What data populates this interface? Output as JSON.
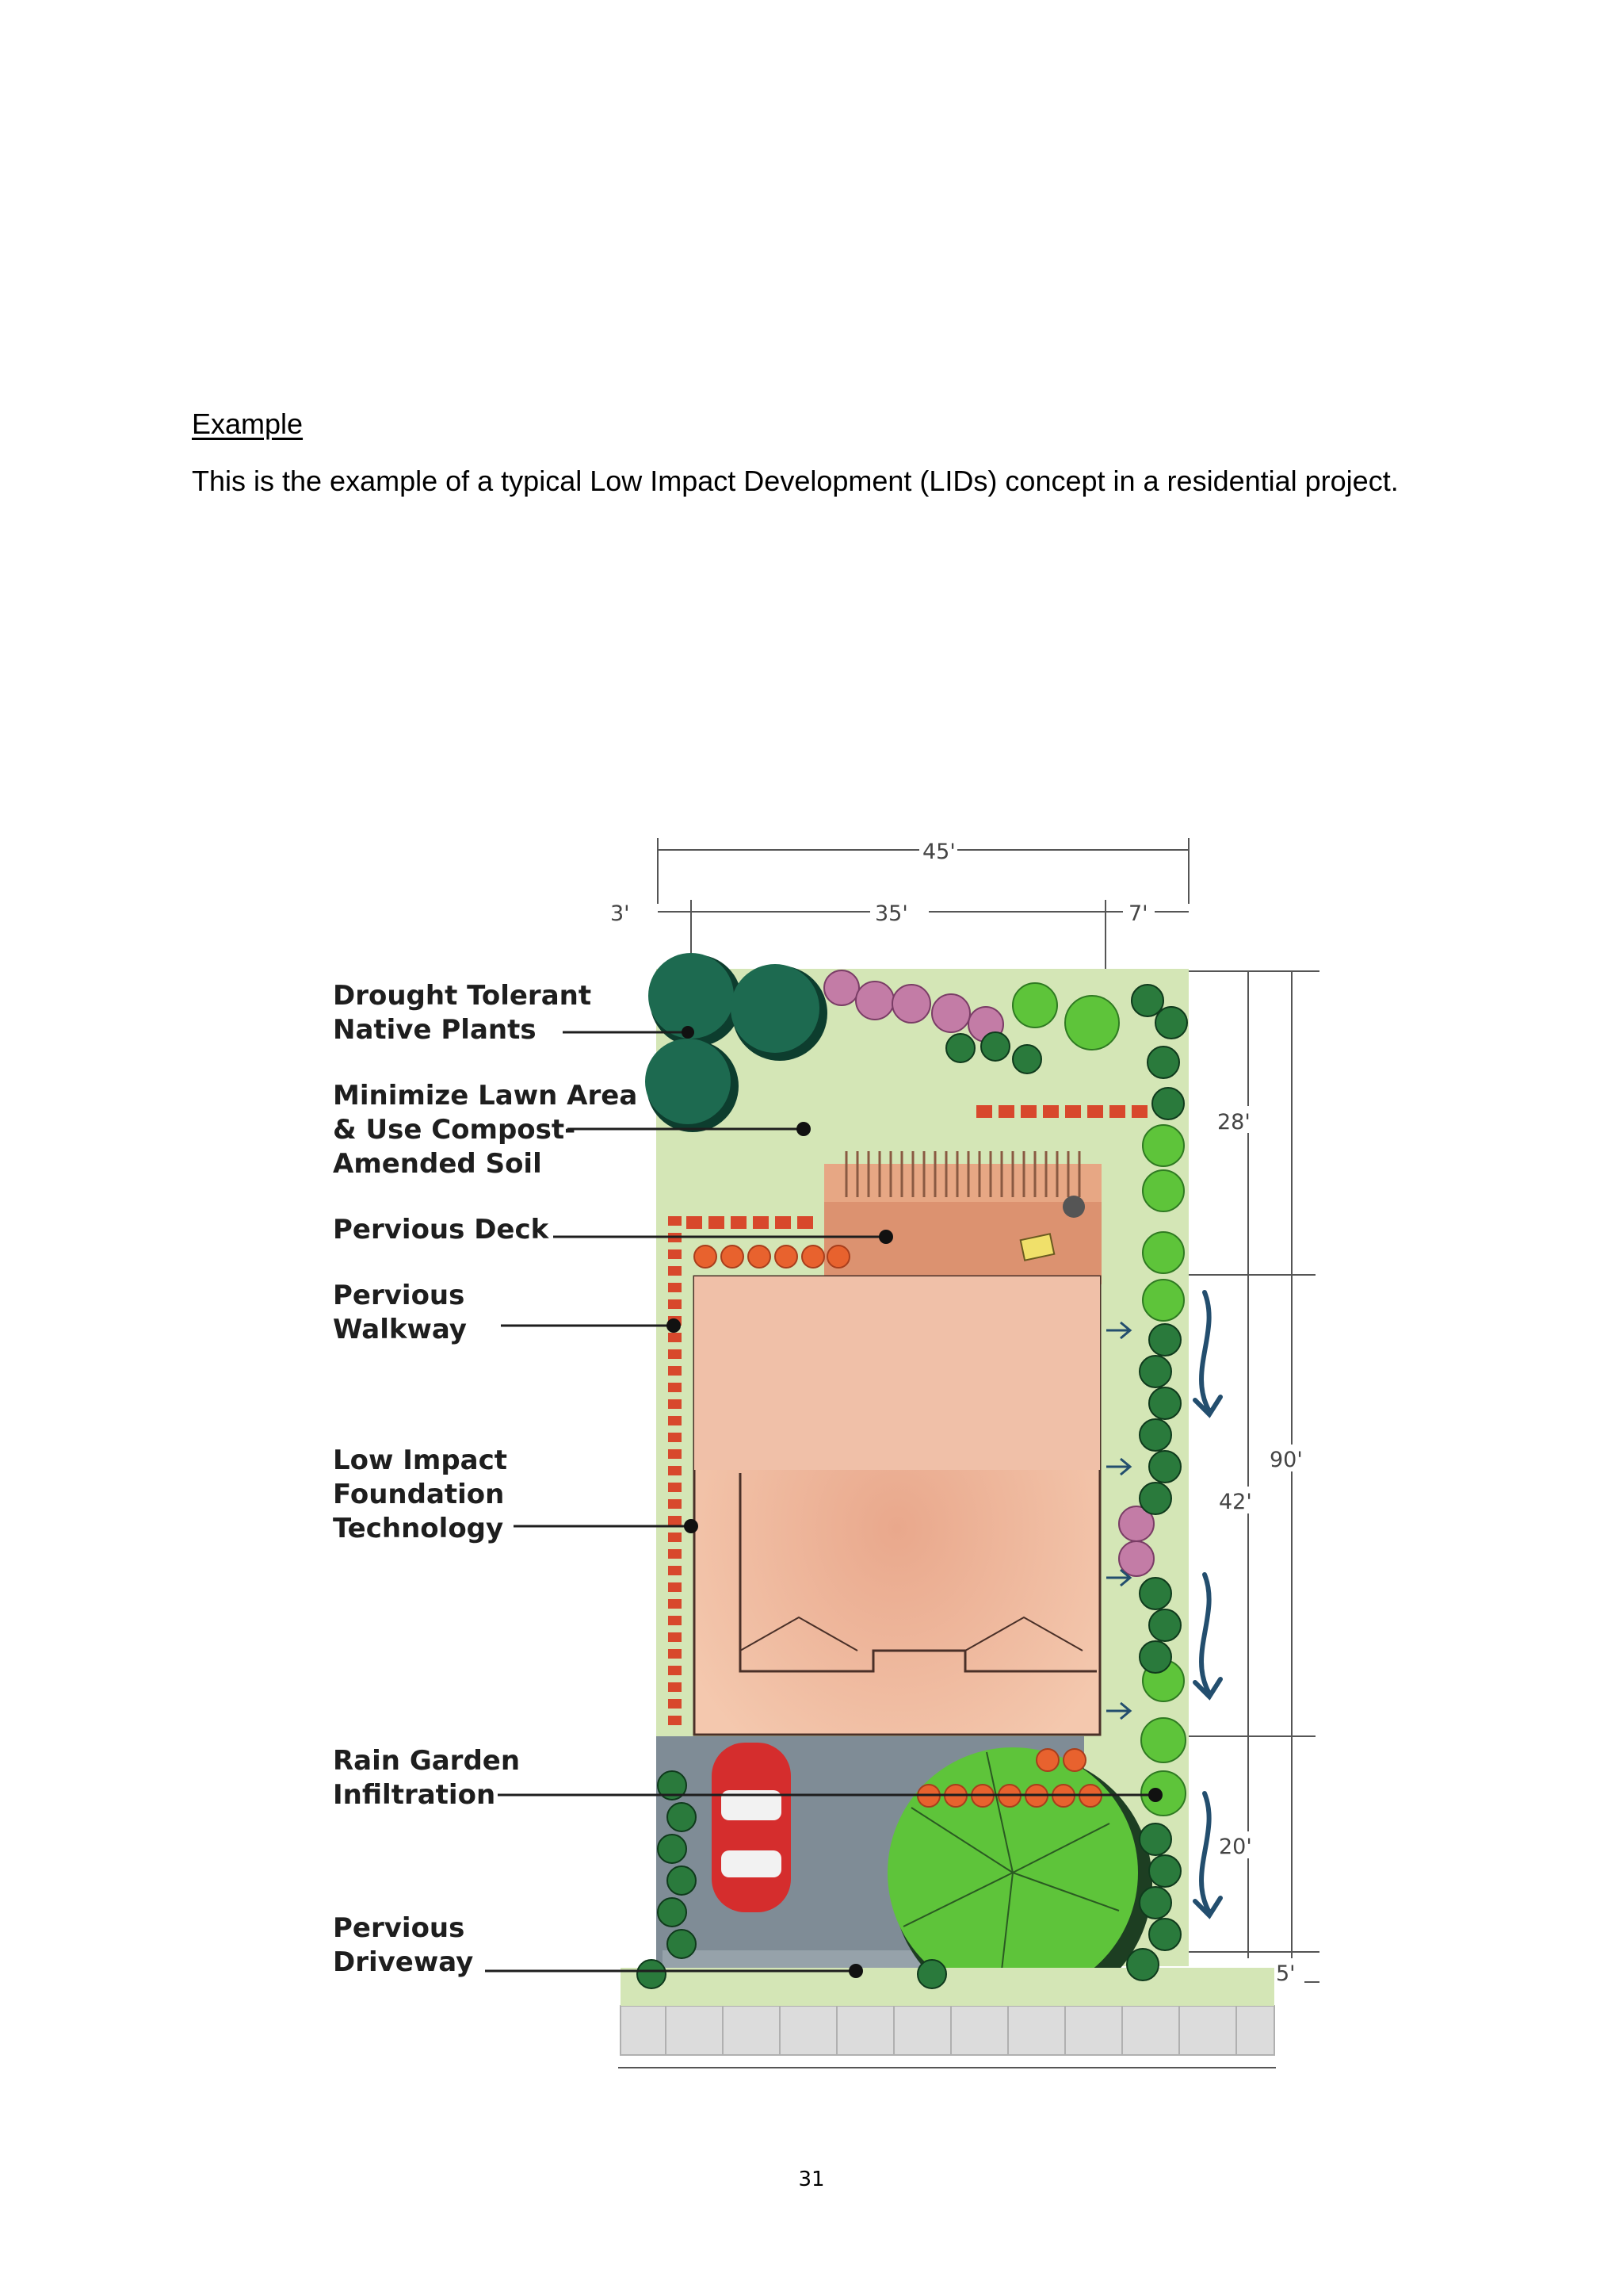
{
  "document": {
    "heading": "Example",
    "intro": "This is the example of a typical Low Impact Development (LIDs) concept in a residential project.",
    "page_number": "31"
  },
  "site_plan": {
    "dimensions": {
      "overall_width": "45'",
      "side_left": "3'",
      "middle": "35'",
      "side_right": "7'",
      "depth_back": "28'",
      "depth_total": "90'",
      "depth_house": "42'",
      "depth_front": "20'",
      "depth_sidewalk": "5'"
    },
    "callouts": {
      "plants_l1": "Drought Tolerant",
      "plants_l2": "Native Plants",
      "lawn_l1": "Minimize Lawn Area",
      "lawn_l2": "& Use Compost-",
      "lawn_l3": "Amended Soil",
      "deck": "Pervious Deck",
      "walk_l1": "Pervious",
      "walk_l2": "Walkway",
      "found_l1": "Low Impact",
      "found_l2": "Foundation",
      "found_l3": "Technology",
      "rain_l1": "Rain Garden",
      "rain_l2": "Infiltration",
      "drive_l1": "Pervious",
      "drive_l2": "Driveway"
    },
    "colors": {
      "lawn": "#d4e6b6",
      "roof": "#ebb79c",
      "deck": "#dc9270",
      "paving": "#7f8c96",
      "pavers": "#d8482c",
      "dark_tree": "#1d6a50",
      "shrub": "#2a7a3c",
      "pink_shrub": "#c37ca6",
      "bright_tree": "#5ec43a",
      "car": "#d52d2d",
      "sidewalk": "#dcdcdc"
    }
  }
}
